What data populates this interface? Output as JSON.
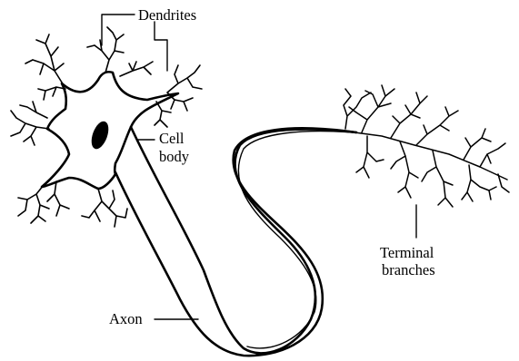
{
  "diagram": {
    "labels": {
      "dendrites": "Dendrites",
      "cell_body_line1": "Cell",
      "cell_body_line2": "body",
      "axon": "Axon",
      "terminal_line1": "Terminal",
      "terminal_line2": "branches"
    }
  }
}
